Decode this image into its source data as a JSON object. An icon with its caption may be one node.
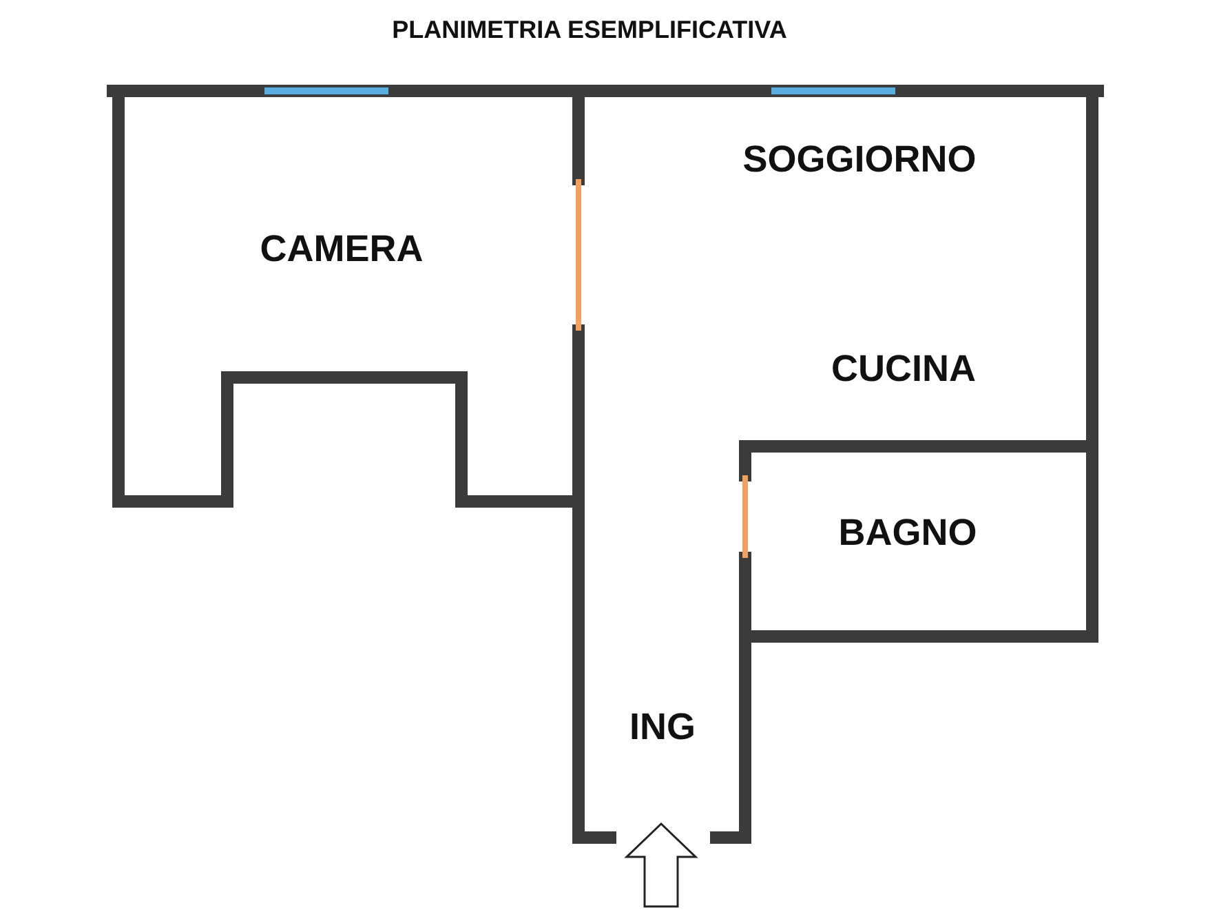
{
  "diagram": {
    "title": "PLANIMETRIA ESEMPLIFICATIVA",
    "labels": [
      "SOGGIORNO",
      "CAMERA",
      "CUCINA",
      "BAGNO",
      "ING"
    ]
  }
}
